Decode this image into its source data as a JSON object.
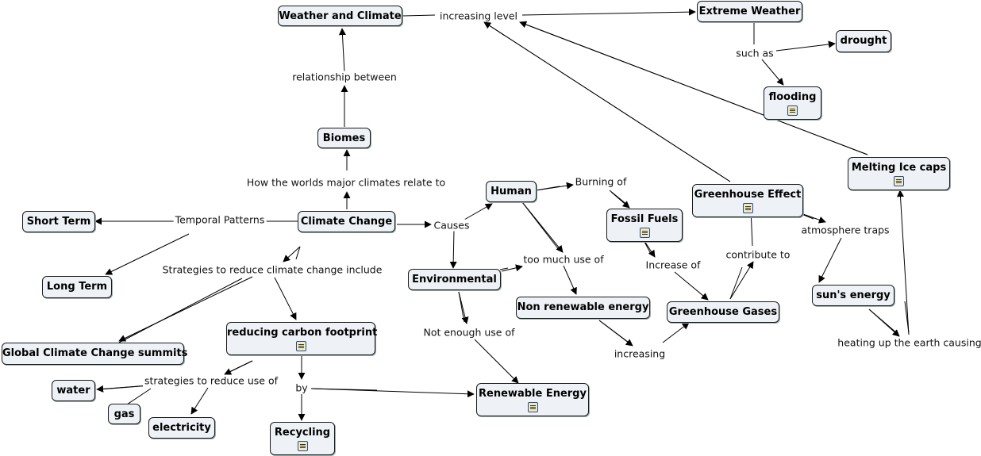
{
  "concepts": {
    "weather_and_climate": "Weather and Climate",
    "extreme_weather": "Extreme Weather",
    "drought": "drought",
    "flooding": "flooding",
    "biomes": "Biomes",
    "melting_ice_caps": "Melting Ice caps",
    "greenhouse_effect": "Greenhouse Effect",
    "human": "Human",
    "fossil_fuels": "Fossil Fuels",
    "short_term": "Short Term",
    "climate_change": "Climate Change",
    "long_term": "Long Term",
    "environmental": "Environmental",
    "non_renewable_energy": "Non renewable energy",
    "greenhouse_gases": "Greenhouse Gases",
    "suns_energy": "sun's energy",
    "reducing_carbon_footprint": "reducing carbon footprint",
    "global_climate_change_summits": "Global Climate Change summits",
    "water": "water",
    "gas": "gas",
    "electricity": "electricity",
    "recycling": "Recycling",
    "renewable_energy": "Renewable Energy"
  },
  "linking_phrases": {
    "increasing_level": "increasing level",
    "such_as": "such as",
    "relationship_between": "relationship between",
    "how_worlds_major_climates": "How the worlds major climates relate to",
    "burning_of": "Burning of",
    "temporal_patterns": "Temporal Patterns",
    "causes": "Causes",
    "atmosphere_traps": "atmosphere traps",
    "too_much_use_of": "too much use of",
    "increase_of": "Increase of",
    "contribute_to": "contribute to",
    "strategies_reduce_climate": "Strategies to reduce climate change include",
    "not_enough_use_of": "Not enough use of",
    "increasing": "increasing",
    "heating_up_earth": "heating up the earth causing",
    "strategies_reduce_use": "strategies to reduce use of",
    "by": "by"
  },
  "resource_icon": "document-icon",
  "colors": {
    "node_fill": "#eef2f6",
    "node_border": "#1a1a1a",
    "edge": "#000000"
  }
}
